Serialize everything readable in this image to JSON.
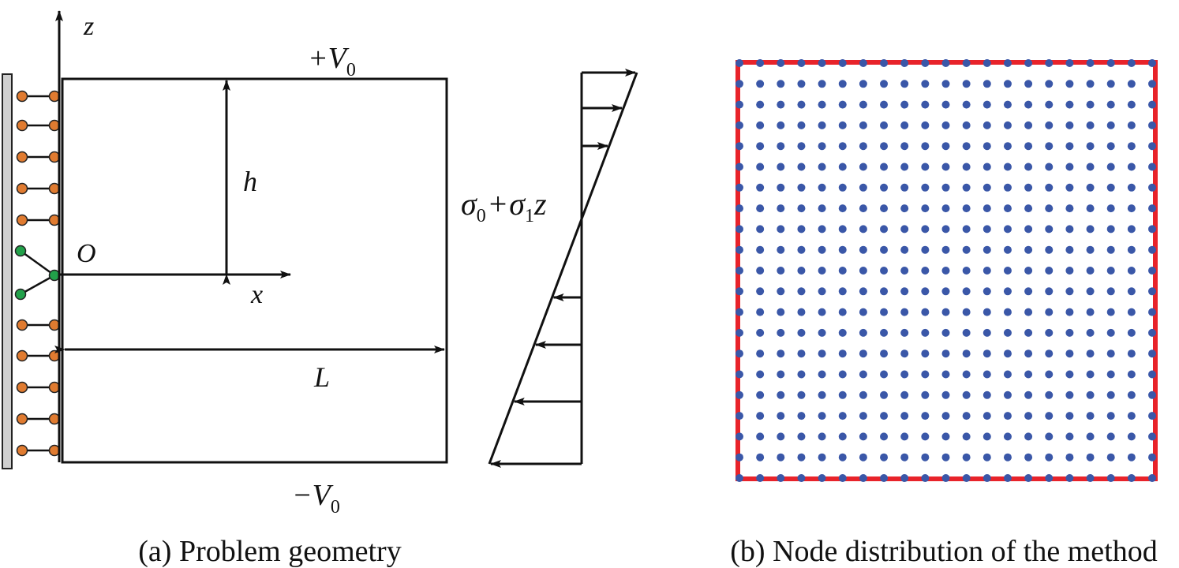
{
  "panel_a": {
    "axis_z": "z",
    "axis_x": "x",
    "origin": "O",
    "top_potential": "+V",
    "top_potential_sub": "0",
    "bottom_potential": "−V",
    "bottom_potential_sub": "0",
    "height_label": "h",
    "length_label": "L",
    "load_sigma0": "σ",
    "load_sigma0_sub": "0",
    "load_plus": "+",
    "load_sigma1": "σ",
    "load_sigma1_sub": "1",
    "load_z": "z",
    "caption": "(a) Problem geometry"
  },
  "panel_b": {
    "caption": "(b) Node distribution of the method",
    "boundary_color": "#e8232a",
    "node_color": "#3a57a8",
    "grid_nodes_per_side": 21
  },
  "colors": {
    "roller_support": "#e07b30",
    "pin_support": "#22a14a",
    "wall": "#cfcfcf"
  }
}
